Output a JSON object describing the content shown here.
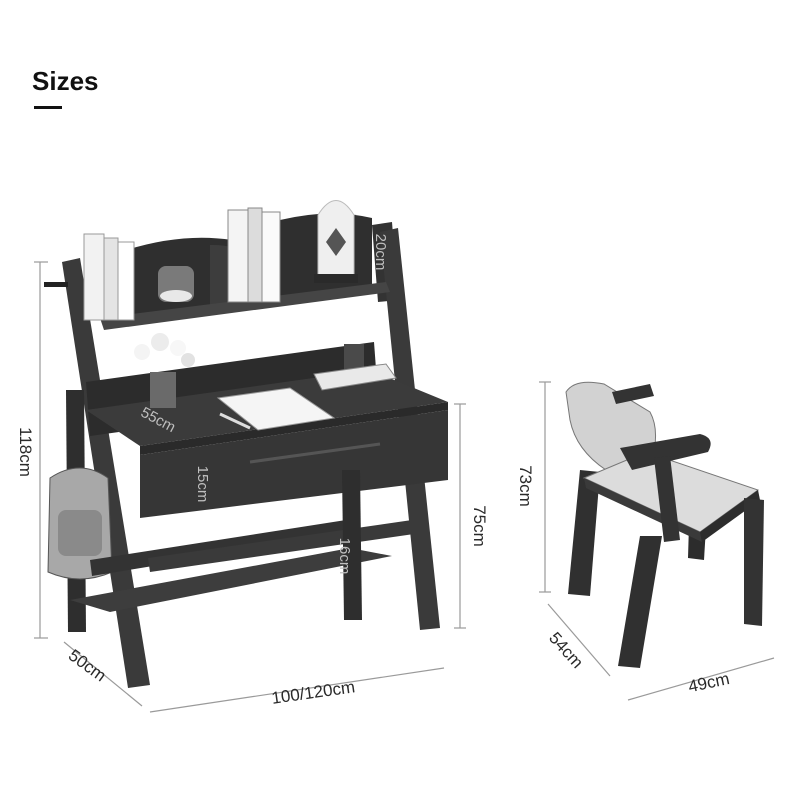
{
  "heading": "Sizes",
  "dimensions": {
    "desk_height": "118cm",
    "desk_depth": "50cm",
    "desk_width": "100/120cm",
    "desktop_height": "75cm",
    "shelf_depth": "55cm",
    "drawer_height": "15cm",
    "shelf_gap": "16cm",
    "top_shelf": "20cm",
    "chair_height": "73cm",
    "chair_depth": "54cm",
    "chair_width": "49cm"
  },
  "colors": {
    "wood": "#3b3b3b",
    "wood_dark": "#262626",
    "cushion": "#d6d6d6",
    "dim_line": "#9a9a9a"
  }
}
